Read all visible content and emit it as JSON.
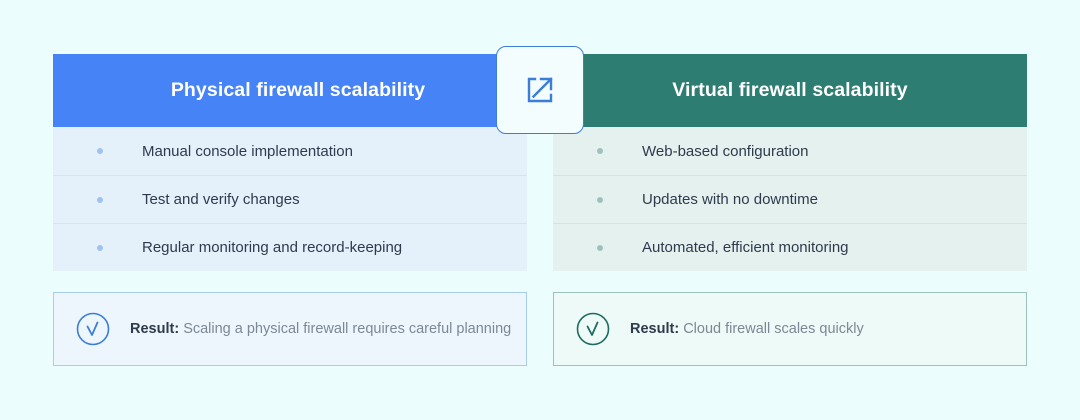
{
  "theme": {
    "page_background": "#ebfdfd",
    "left_accent": "#4583f6",
    "right_accent": "#2e7d72",
    "left_panel_bg": "#e4f1fb",
    "right_panel_bg": "#e4f1ef",
    "text_dark": "#2f3b4c",
    "text_muted": "#7c8894"
  },
  "center_badge": {
    "icon": "external-link-icon",
    "color": "#3b7dd8"
  },
  "columns": [
    {
      "id": "physical",
      "header": "Physical firewall scalability",
      "items": [
        "Manual console implementation",
        "Test and verify changes",
        "Regular monitoring and record-keeping"
      ],
      "result": {
        "icon": "check-circle-icon",
        "label": "Result:",
        "text": "Scaling a physical firewall requires careful planning"
      }
    },
    {
      "id": "virtual",
      "header": "Virtual firewall scalability",
      "items": [
        "Web-based configuration",
        "Updates with no downtime",
        "Automated, efficient monitoring"
      ],
      "result": {
        "icon": "check-circle-icon",
        "label": "Result:",
        "text": "Cloud firewall scales quickly"
      }
    }
  ]
}
